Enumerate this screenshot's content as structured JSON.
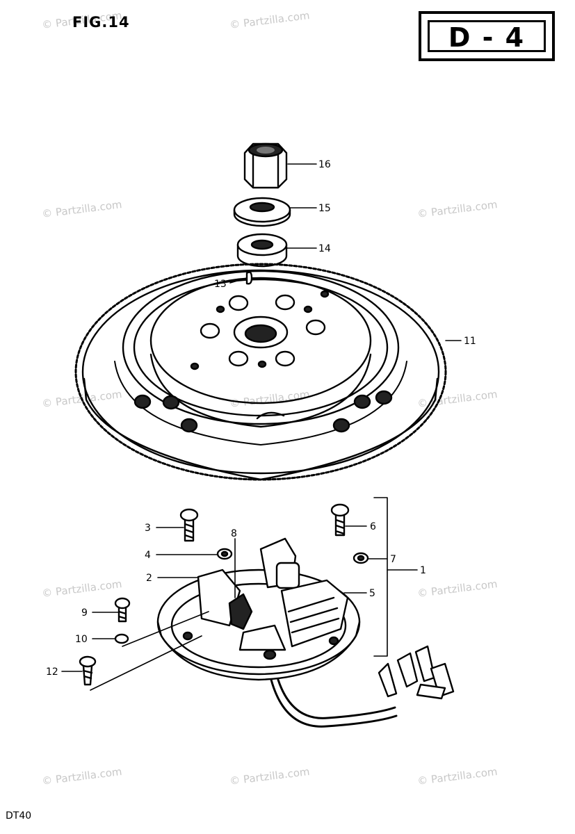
{
  "figure": {
    "title": "FIG.14",
    "page_code": "D - 4",
    "model": "DT40"
  },
  "watermark": "© Partzilla.com",
  "callouts": [
    {
      "id": "c16",
      "label": "16"
    },
    {
      "id": "c15",
      "label": "15"
    },
    {
      "id": "c14",
      "label": "14"
    },
    {
      "id": "c13",
      "label": "13"
    },
    {
      "id": "c11",
      "label": "11"
    },
    {
      "id": "c3",
      "label": "3"
    },
    {
      "id": "c6",
      "label": "6"
    },
    {
      "id": "c8",
      "label": "8"
    },
    {
      "id": "c4",
      "label": "4"
    },
    {
      "id": "c7",
      "label": "7"
    },
    {
      "id": "c1",
      "label": "1"
    },
    {
      "id": "c2",
      "label": "2"
    },
    {
      "id": "c5",
      "label": "5"
    },
    {
      "id": "c9",
      "label": "9"
    },
    {
      "id": "c10",
      "label": "10"
    },
    {
      "id": "c12",
      "label": "12"
    }
  ]
}
